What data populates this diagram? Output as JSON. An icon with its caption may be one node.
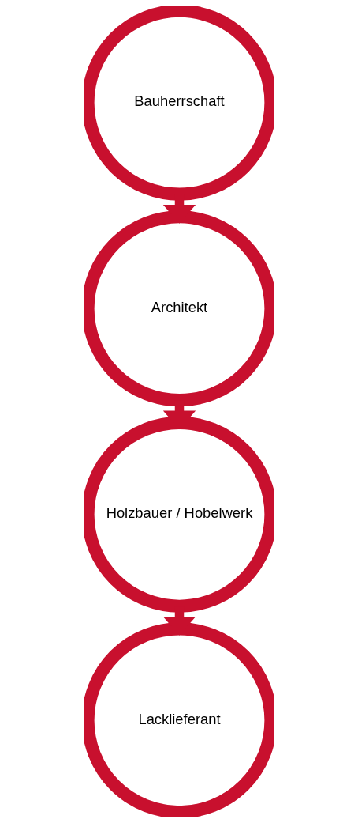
{
  "diagram": {
    "nodes": [
      {
        "text": [
          "Bauherrschaft"
        ]
      },
      {
        "text": [
          "Architekt"
        ]
      },
      {
        "text": [
          "Holzbauer / Hobelwerk"
        ]
      },
      {
        "text": [
          "Lacklieferant"
        ]
      }
    ],
    "edges": [
      {
        "from": 0,
        "to": 1,
        "arrow": "to"
      },
      {
        "from": 1,
        "to": 2,
        "arrow": "to"
      },
      {
        "from": 2,
        "to": 3,
        "arrow": "to"
      }
    ]
  }
}
